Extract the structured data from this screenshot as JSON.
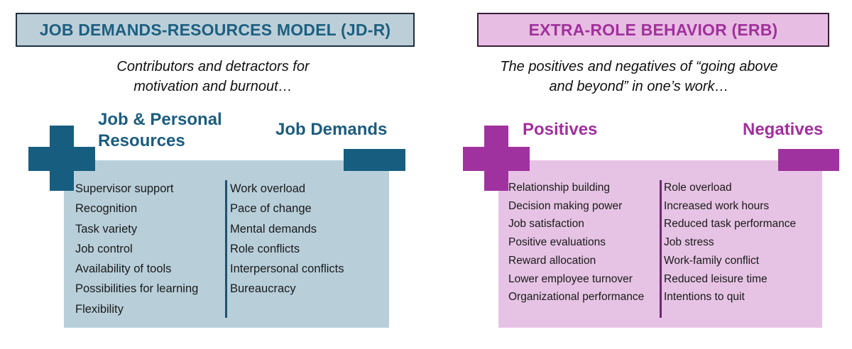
{
  "left": {
    "title": "JOB DEMANDS-RESOURCES MODEL (JD-R)",
    "subtitle_line1": "Contributors and detractors for",
    "subtitle_line2": "motivation and burnout…",
    "resources_heading_line1": "Job & Personal",
    "resources_heading_line2": "Resources",
    "demands_heading": "Job Demands",
    "resources": [
      "Supervisor support",
      "Recognition",
      "Task variety",
      "Job control",
      "Availability of tools",
      "Possibilities for learning",
      "Flexibility"
    ],
    "demands": [
      "Work overload",
      "Pace of change",
      "Mental demands",
      "Role conflicts",
      "Interpersonal conflicts",
      "Bureaucracy"
    ],
    "accent_color": "#175d80",
    "box_color": "#b8cfda"
  },
  "right": {
    "title": "EXTRA-ROLE BEHAVIOR (ERB)",
    "subtitle_line1": "The positives and negatives of “going above",
    "subtitle_line2": "and beyond” in one’s work…",
    "positives_heading": "Positives",
    "negatives_heading": "Negatives",
    "positives": [
      "Relationship building",
      "Decision making power",
      "Job satisfaction",
      "Positive evaluations",
      "Reward allocation",
      "Lower employee turnover",
      "Organizational performance"
    ],
    "negatives": [
      "Role overload",
      "Increased work hours",
      "Reduced task performance",
      "Job stress",
      "Work-family conflict",
      "Reduced leisure time",
      "Intentions to quit"
    ],
    "accent_color": "#a0329f",
    "box_color": "#e6c3e4"
  }
}
